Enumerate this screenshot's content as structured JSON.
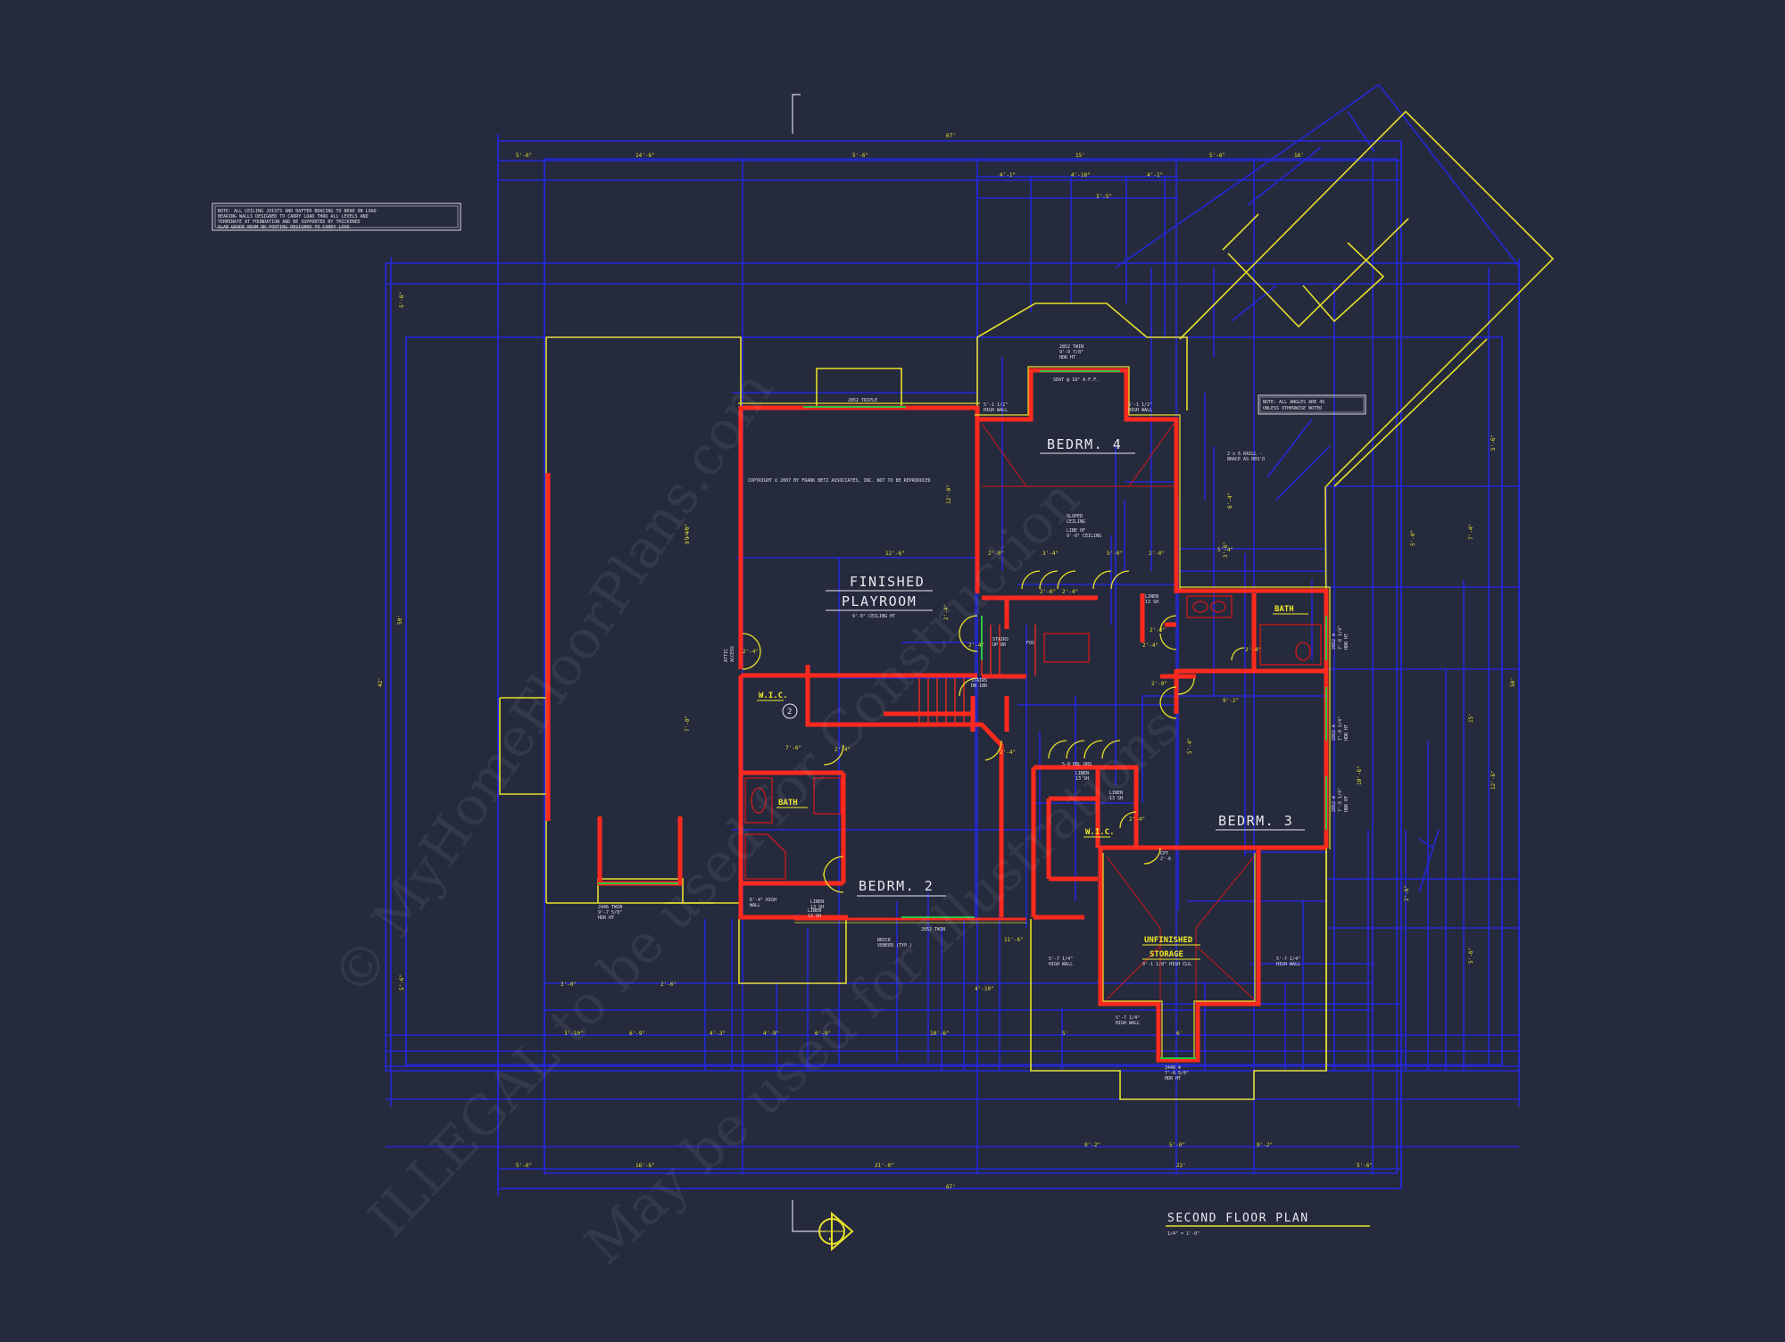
{
  "plan": {
    "title": "SECOND FLOOR PLAN",
    "scale": "1/4\" = 1'-0\"",
    "section_marker": "5",
    "copyright_note": "COPYRIGHT © 2007 BY FRANK BETZ ASSOCIATES, INC. NOT TO BE REPRODUCED",
    "general_note": [
      "NOTE: ALL CEILING JOISTS AND RAFTER BRACING TO BEAR ON LOAD",
      "BEARING WALLS DESIGNED TO CARRY LOAD THRU ALL LEVELS AND",
      "TERMINATE AT FOUNDATION AND BE SUPPORTED BY THICKENED",
      "SLAB GRADE BEAM OR FOOTING DESIGNED TO CARRY LOAD"
    ],
    "angle_note": [
      "NOTE: ALL ANGLES ARE 45",
      "UNLESS OTHERWISE NOTED"
    ]
  },
  "rooms": {
    "playroom": {
      "line1": "FINISHED",
      "line2": "PLAYROOM",
      "ceiling": "9'-0\" CEILING HT"
    },
    "bedroom4": {
      "label": "BEDRM. 4"
    },
    "bedroom3": {
      "label": "BEDRM. 3"
    },
    "bedroom2": {
      "label": "BEDRM. 2"
    },
    "bath_upper": {
      "label": "BATH"
    },
    "bath_lower": {
      "label": "BATH"
    },
    "wic_left": {
      "label": "W.I.C.",
      "marker": "2"
    },
    "wic_right": {
      "label": "W.I.C."
    },
    "storage": {
      "line1": "UNFINISHED",
      "line2": "STORAGE",
      "ceiling": "9'-1 1/8\" HIGH CLG."
    }
  },
  "annotations": {
    "window_top": "2852 TRIPLE",
    "window_bay": [
      "2852 TWIN",
      "9'-0 7/8\"",
      "HDR HT"
    ],
    "seat": "SEAT @ 18\" A.F.F.",
    "high_wall_left": [
      "5'-1 1/2\"",
      "HIGH WALL"
    ],
    "high_wall_right": [
      "5'-1 1/2\"",
      "HIGH WALL"
    ],
    "sloped": [
      "SLOPED",
      "CEILING"
    ],
    "line_of": [
      "LINE OF",
      "9'-0\" CEILING"
    ],
    "brace": [
      "2 x 6 RAILL -",
      "BRACE AS REQ'D"
    ],
    "fos": "FOS",
    "stairs_up": [
      "STAIRS",
      "UP 8R"
    ],
    "stairs_dn": [
      "STAIRS",
      "DN 18R"
    ],
    "linen1": [
      "LINEN",
      "13 SH"
    ],
    "linen2": [
      "LINEN",
      "13 SH"
    ],
    "linen3": [
      "LINEN",
      "13 SH"
    ],
    "linen4": [
      "LINEN",
      "13 SH"
    ],
    "linen5": [
      "LINEN",
      "13 SH"
    ],
    "dbl_drs": "5-0 DBL DRS",
    "window_bottom": "2852 TWIN",
    "window_garage": [
      "2446 TWIN",
      "9'-7 5/8\"",
      "HDR HT"
    ],
    "brick": [
      "BRICK",
      "VENEER (TYP.)"
    ],
    "window_storage": [
      "2446 ®",
      "7'-8 5/8\"",
      "HDR HT"
    ],
    "wall_low_left": [
      "5'-7 1/4\"",
      "HIGH WALL"
    ],
    "wall_low_right": [
      "5'-7 1/4\"",
      "HIGH WALL"
    ],
    "wall_low_bottom": [
      "5'-7 1/4\"",
      "HIGH WALL"
    ],
    "high_wall_bed2": [
      "6'-4\" HIGH",
      "WALL"
    ],
    "attic": [
      "ATTIC",
      "ACCESS"
    ],
    "cpt": [
      "CPT",
      "2'-6"
    ],
    "side_win1": [
      "2052 ®",
      "7'-8 1/4\"",
      "HDR HT"
    ],
    "side_win2": [
      "2852 ®",
      "7'-8 1/4\"",
      "HDR HT"
    ],
    "side_win3": [
      "2852 ®",
      "7'-8 1/4\"",
      "HDR HT"
    ]
  },
  "dimensions": {
    "top_total": "67'",
    "top_row": [
      "5'-6\"",
      "14'-6\"",
      "5'-6\"",
      "15'",
      "5'-6\"",
      "16'"
    ],
    "top_row2": [
      "4'-1\"",
      "4'-10\"",
      "4'-1\""
    ],
    "top_small": "3'-5\"",
    "bottom_total": "67'",
    "bottom_row": [
      "5'-6\"",
      "16'-6\"",
      "21'-0\"",
      "22'",
      "5'-6\""
    ],
    "bottom_row2": [
      "9'-2\"",
      "5'-0\"",
      "9'-2\""
    ],
    "bottom_inner": [
      "3'-10\"",
      "6'-9\"",
      "4'-3\"",
      "4'-9\"",
      "6'-9\"",
      "10'-6\"",
      "5'",
      "6'"
    ],
    "bottom_misc": [
      "3'-0\"",
      "4'-10\"",
      "2'-6\""
    ],
    "left_total": "42'",
    "left_total2": "50'",
    "left_segs": [
      "5'-6\"",
      "9'-4\"",
      "7'-0\"",
      "5'-6\""
    ],
    "right_total": "50'",
    "right_segs": [
      "5'-6\"",
      "7'-4\"",
      "12'-6\"",
      "15'",
      "5'-6\""
    ],
    "interior": [
      "9'-0\"",
      "12'-6\"",
      "2'-0\"",
      "12'-0\"",
      "3'-4\"",
      "5'-0\"",
      "2'-0\"",
      "5'-4\"",
      "6'-4\"",
      "2'-4\"",
      "2'-6\"",
      "2'-4\"",
      "7'-6\"",
      "2'-4\"",
      "2'-0\"",
      "9'-2\"",
      "2'-4\"",
      "11'-6\"",
      "2'-4\"",
      "2'-4\"",
      "5'-4\"",
      "3'-6\"",
      "10'-6\"",
      "2'-0\"",
      "2'-4\"",
      "2'-4\"",
      "2'-6\"",
      "5'-0\"",
      "2'-4\""
    ]
  },
  "watermark": {
    "line1": "© MyHomeFloorPlans.com",
    "line2": "ILLEGAL to be used for Construction",
    "line3": "May be used for Illustrations"
  }
}
